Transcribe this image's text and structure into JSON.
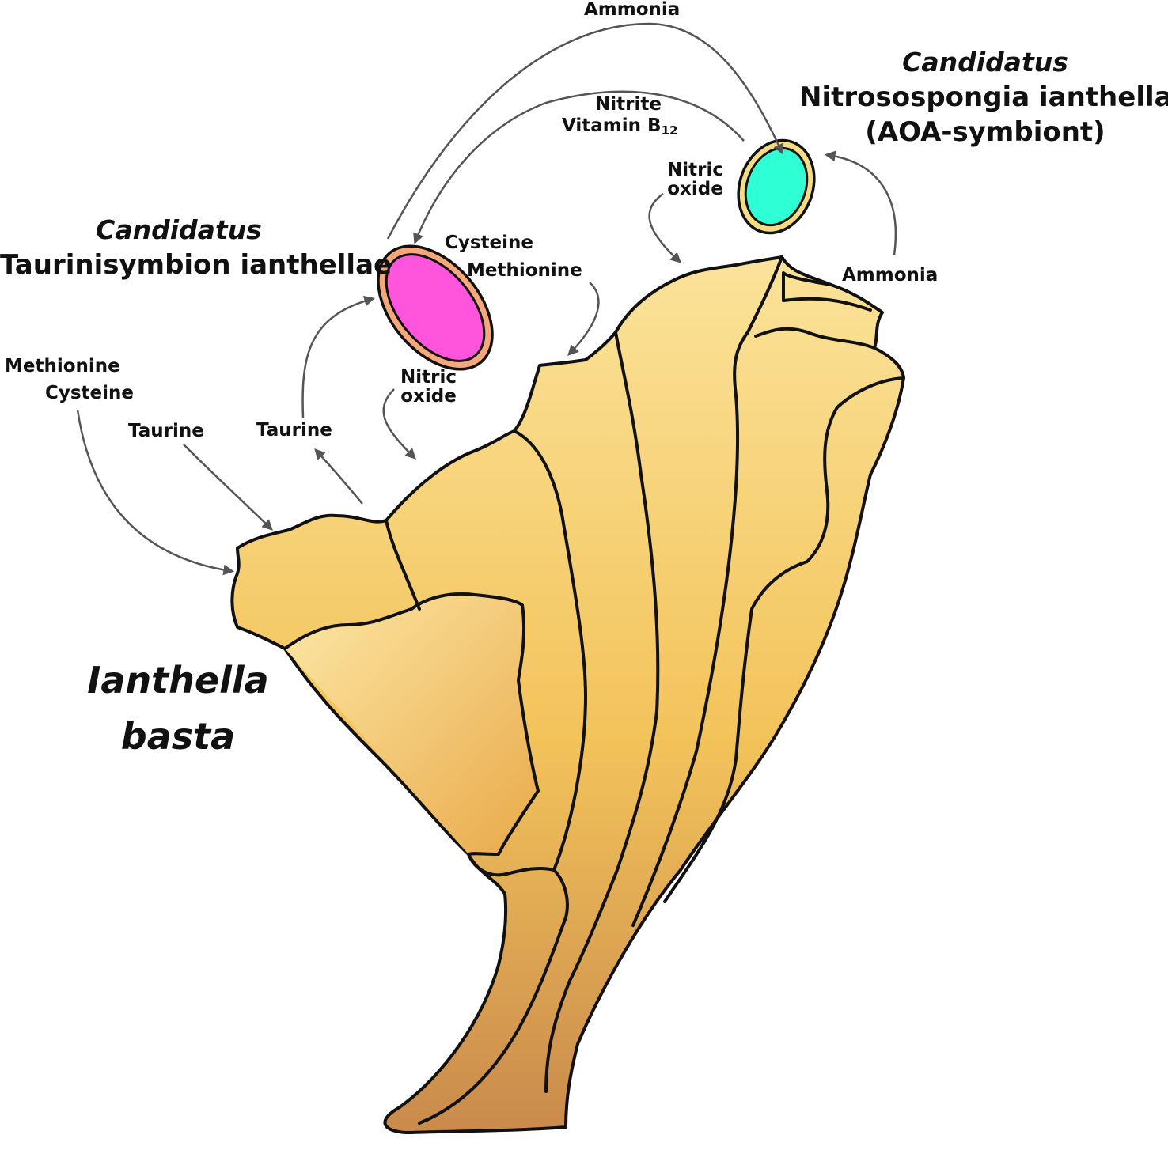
{
  "organisms": {
    "nitroso": {
      "genus": "Candidatus",
      "species": "Nitrosospongia ianthellae",
      "note": "(AOA-symbiont)",
      "color": "#2effd4",
      "rim": "#f5dc82"
    },
    "taurini": {
      "genus": "Candidatus",
      "species": "Taurinisymbion ianthellae",
      "color": "#ff55dd",
      "rim": "#f5a87a"
    },
    "sponge": {
      "line1": "Ianthella",
      "line2": "basta",
      "color": "#f6c14c",
      "dark": "#c7844a"
    }
  },
  "labels": {
    "ammonia_top": "Ammonia",
    "nitrite": "Nitrite",
    "vitamin": "Vitamin B",
    "vitamin_sub": "12",
    "nitric_oxide_right_1": "Nitric",
    "nitric_oxide_right_2": "oxide",
    "ammonia_right": "Ammonia",
    "cysteine_mid": "Cysteine",
    "methionine_mid": "Methionine",
    "nitric_oxide_mid_1": "Nitric",
    "nitric_oxide_mid_2": "oxide",
    "methionine_left": "Methionine",
    "cysteine_left": "Cysteine",
    "taurine_left": "Taurine",
    "taurine_mid": "Taurine"
  },
  "arrow_color": "#555555"
}
